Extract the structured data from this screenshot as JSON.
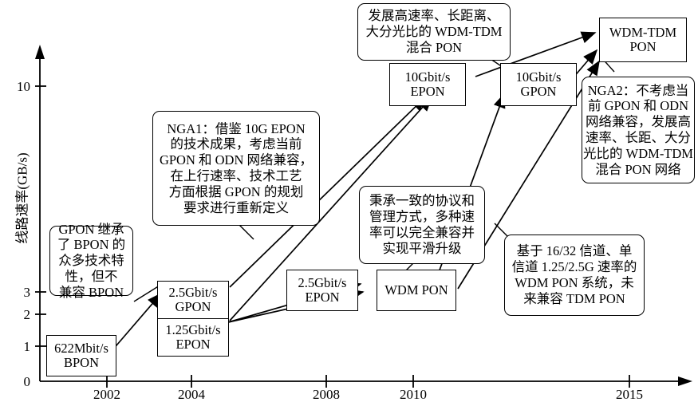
{
  "figure": {
    "type": "timeline-evolution-diagram",
    "subject": "PON technology evolution roadmap",
    "axes": {
      "y": {
        "label": "线路速率(GB/s)",
        "ticks": [
          "0",
          "1",
          "2",
          "3",
          "10"
        ]
      },
      "x": {
        "ticks": [
          "2002",
          "2004",
          "2008",
          "2010",
          "2015"
        ]
      }
    }
  },
  "nodes": {
    "bpon": {
      "lines": [
        "622Mbit/s",
        "BPON"
      ]
    },
    "gpon25": {
      "lines": [
        "2.5Gbit/s",
        "GPON"
      ]
    },
    "epon125": {
      "lines": [
        "1.25Gbit/s",
        "EPON"
      ]
    },
    "epon25": {
      "lines": [
        "2.5Gbit/s",
        "EPON"
      ]
    },
    "wdmpon": {
      "lines": [
        "WDM PON"
      ]
    },
    "epon10": {
      "lines": [
        "10Gbit/s",
        "EPON"
      ]
    },
    "gpon10": {
      "lines": [
        "10Gbit/s",
        "GPON"
      ]
    },
    "wdmtdm": {
      "lines": [
        "WDM-TDM",
        "PON"
      ]
    }
  },
  "callouts": {
    "gpon_inherit": {
      "lines": [
        "GPON 继承",
        "了 BPON 的",
        "众多技术特",
        "性，但不",
        "兼容 BPON"
      ]
    },
    "nga1": {
      "lines": [
        "NGA1：借鉴 10G EPON",
        "的技术成果，考虑当前",
        "GPON 和 ODN 网络兼容，",
        "在上行速率、技术工艺",
        "方面根据 GPON 的规划",
        "要求进行重新定义"
      ]
    },
    "top_wdmtdm": {
      "lines": [
        "发展高速率、长距离、",
        "大分光比的 WDM-TDM",
        "混合 PON"
      ]
    },
    "protocol": {
      "lines": [
        "秉承一致的协议和",
        "管理方式，多种速",
        "率可以完全兼容并",
        "实现平滑升级"
      ]
    },
    "nga2": {
      "lines": [
        "NGA2：不考虑当",
        "前 GPON 和 ODN",
        "网络兼容，发展高",
        "速率、长距、大分",
        "光比的 WDM-TDM",
        "混合 PON 网络"
      ]
    },
    "wdm_channels": {
      "lines": [
        "基于 16/32 信道、单",
        "信道 1.25/2.5G 速率的",
        "WDM PON 系统，未",
        "来兼容 TDM PON"
      ]
    }
  },
  "chart_data": {
    "type": "scatter",
    "title": "",
    "xlabel": "",
    "ylabel": "线路速率(GB/s)",
    "x_ticks": [
      "2002",
      "2004",
      "2008",
      "2010",
      "2015"
    ],
    "y_ticks": [
      "0",
      "1",
      "2",
      "3",
      "10"
    ],
    "points": [
      {
        "label": "622Mbit/s BPON",
        "year": 2002,
        "rate": 0.622
      },
      {
        "label": "2.5Gbit/s GPON",
        "year": 2004,
        "rate": 2.5
      },
      {
        "label": "1.25Gbit/s EPON",
        "year": 2004,
        "rate": 1.25
      },
      {
        "label": "2.5Gbit/s EPON",
        "year": 2008,
        "rate": 2.5
      },
      {
        "label": "WDM PON",
        "year": 2010,
        "rate": 2.5
      },
      {
        "label": "10Gbit/s EPON",
        "year": 2009,
        "rate": 10
      },
      {
        "label": "10Gbit/s GPON",
        "year": 2011,
        "rate": 10
      },
      {
        "label": "WDM-TDM PON",
        "year": 2015,
        "rate": 12
      }
    ],
    "grid": false,
    "legend": "none"
  },
  "colors": {
    "line": "#000000",
    "background": "#ffffff"
  }
}
